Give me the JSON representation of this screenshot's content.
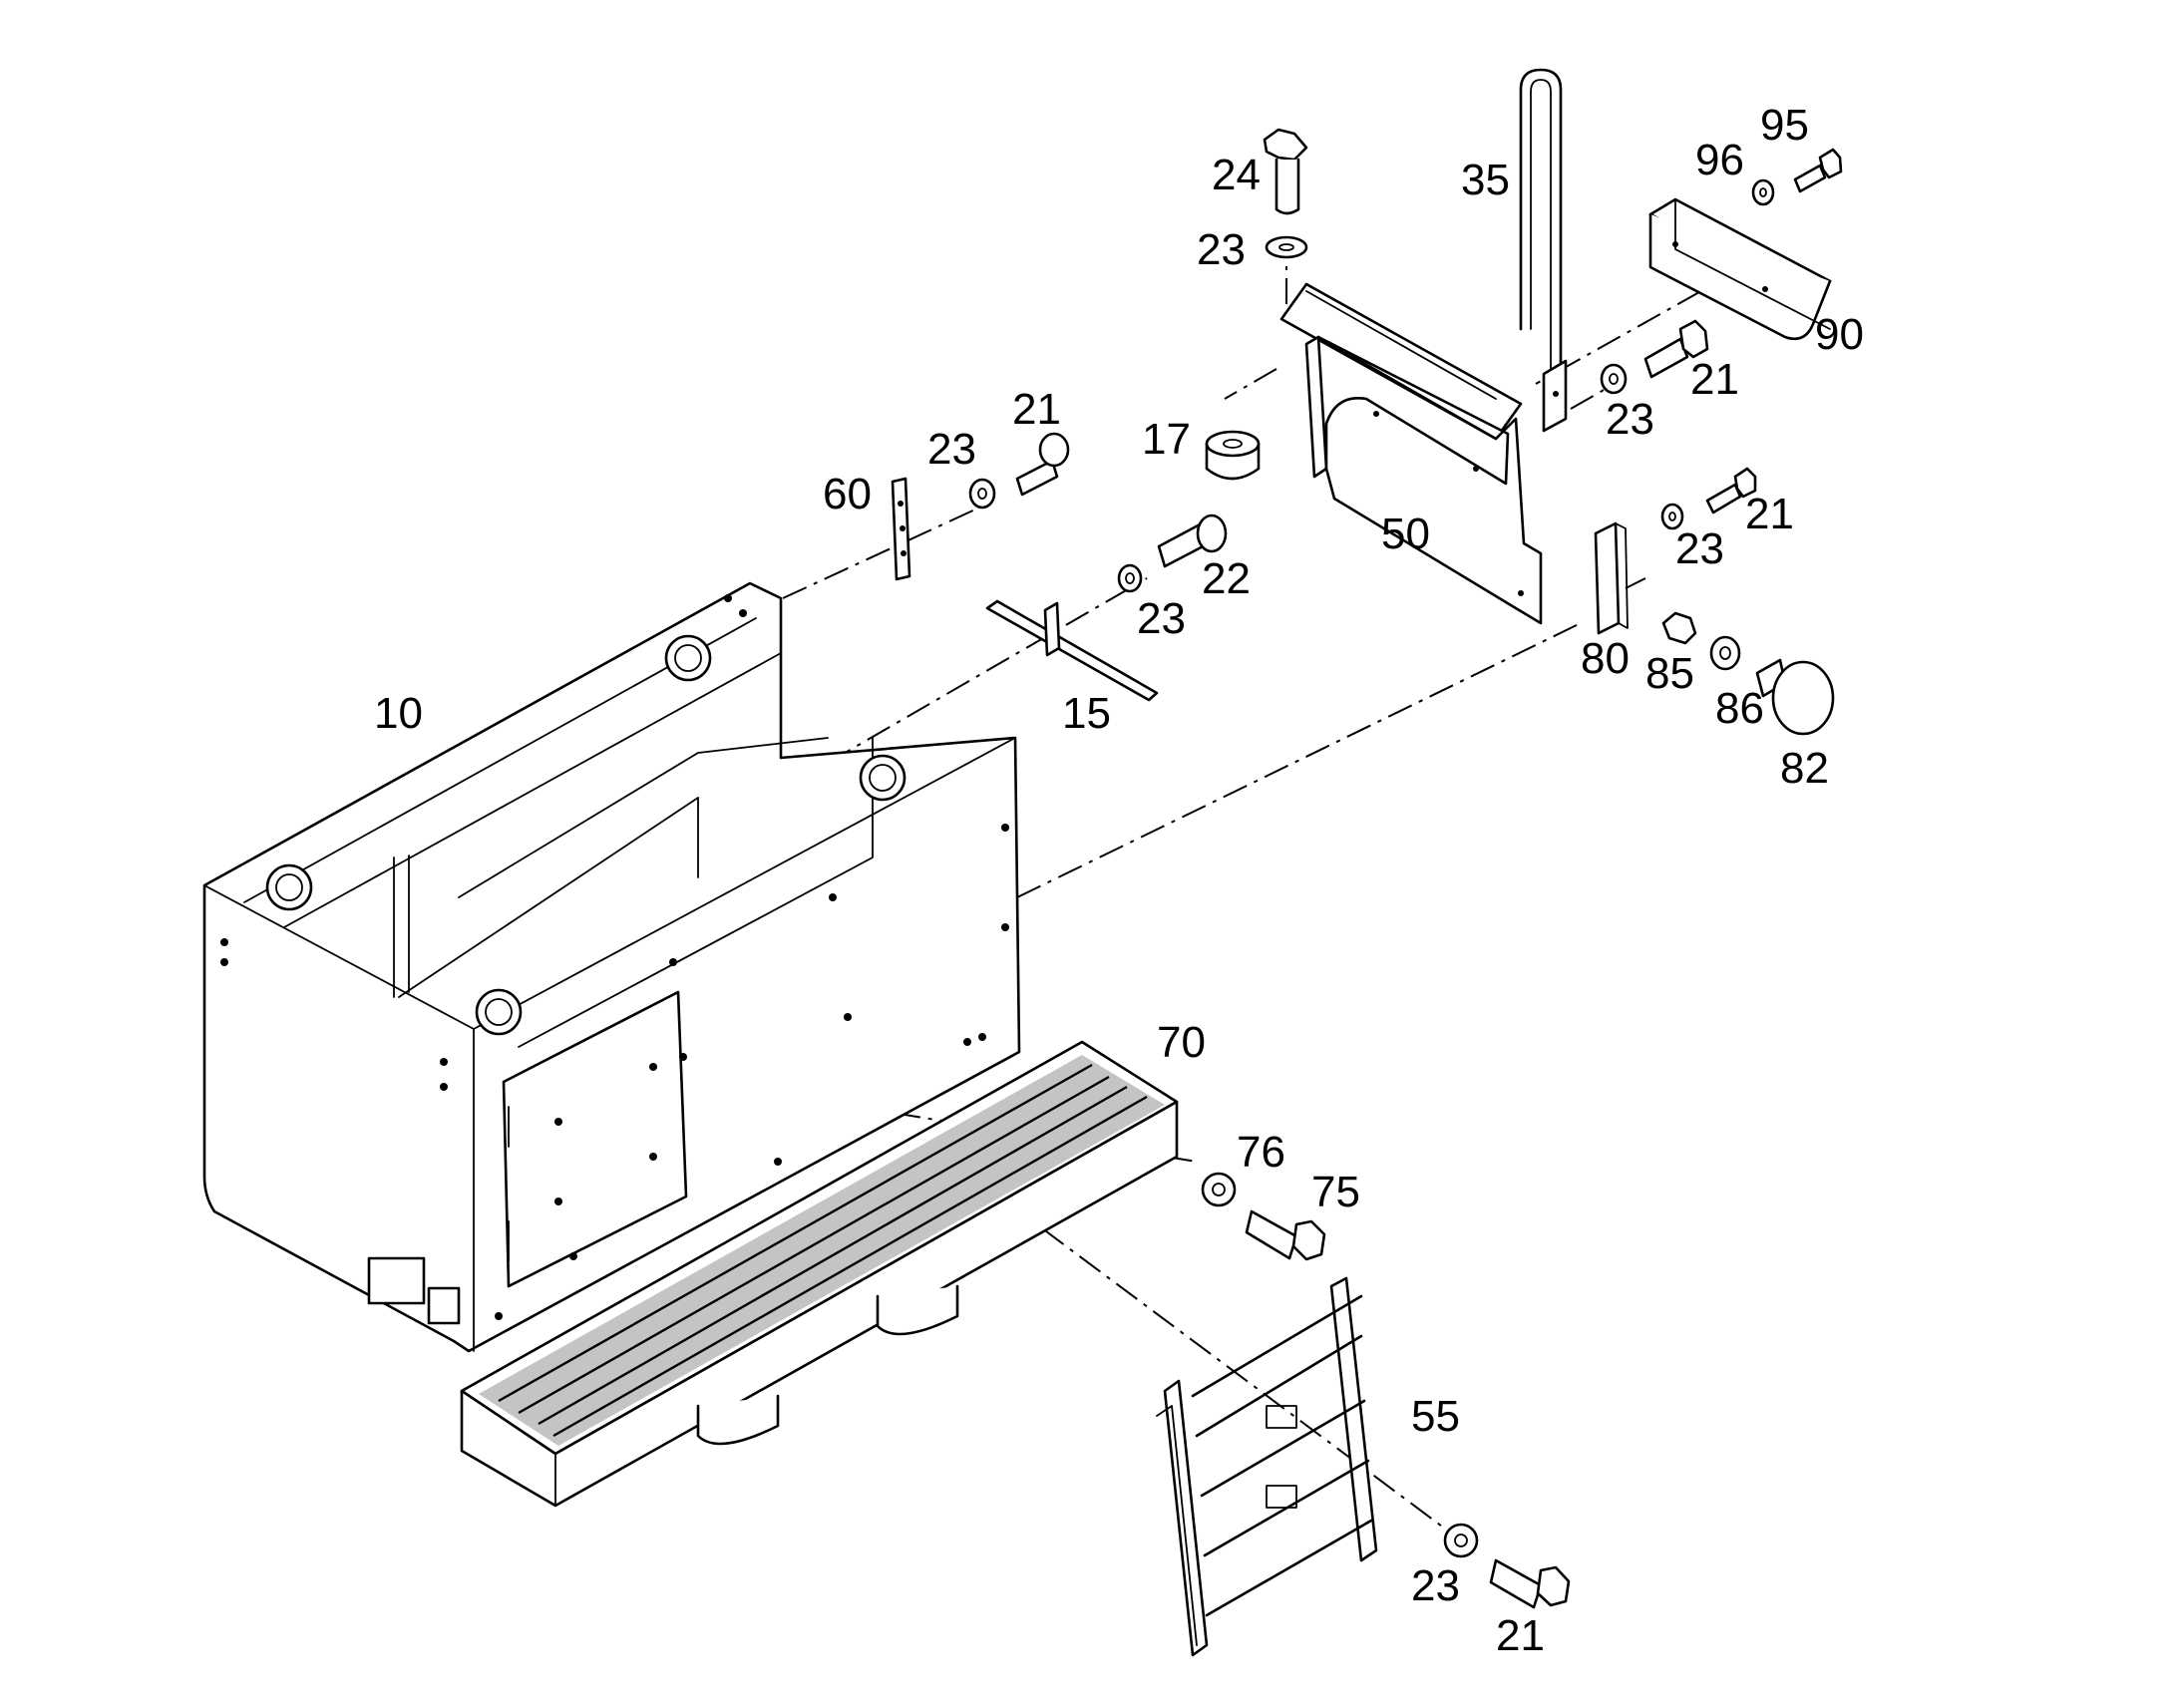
{
  "labels": {
    "l10": "10",
    "l15": "15",
    "l17": "17",
    "l21_a": "21",
    "l21_b": "21",
    "l21_c": "21",
    "l21_d": "21",
    "l22": "22",
    "l23_a": "23",
    "l23_b": "23",
    "l23_c": "23",
    "l23_d": "23",
    "l23_e": "23",
    "l23_f": "23",
    "l24": "24",
    "l35": "35",
    "l50": "50",
    "l55": "55",
    "l60": "60",
    "l70": "70",
    "l75": "75",
    "l76": "76",
    "l80": "80",
    "l82": "82",
    "l85": "85",
    "l86": "86",
    "l90": "90",
    "l95": "95",
    "l96": "96"
  },
  "colors": {
    "line": "#000000",
    "background": "#ffffff"
  }
}
